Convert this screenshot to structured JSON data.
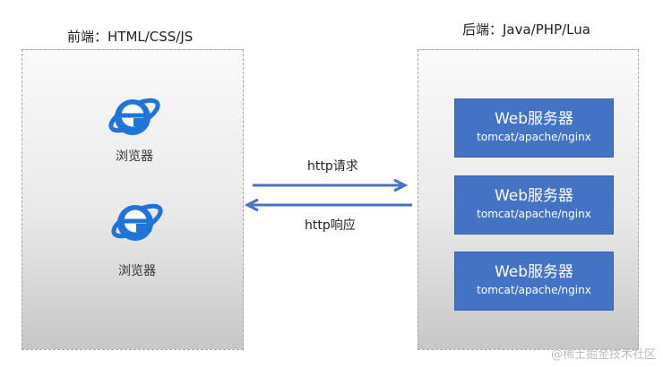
{
  "frontend": {
    "title": "前端：HTML/CSS/JS",
    "browsers": [
      {
        "label": "浏览器",
        "icon": "ie-browser-icon"
      },
      {
        "label": "浏览器",
        "icon": "ie-browser-icon"
      }
    ]
  },
  "backend": {
    "title": "后端：Java/PHP/Lua",
    "servers": [
      {
        "name": "Web服务器",
        "sub": "tomcat/apache/nginx"
      },
      {
        "name": "Web服务器",
        "sub": "tomcat/apache/nginx"
      },
      {
        "name": "Web服务器",
        "sub": "tomcat/apache/nginx"
      }
    ]
  },
  "arrows": {
    "request": "http请求",
    "response": "http响应"
  },
  "watermark": "@稀土掘金技术社区",
  "colors": {
    "server_fill": "#4472c4",
    "arrow": "#4472c4",
    "ie_blue": "#1f74d6"
  }
}
